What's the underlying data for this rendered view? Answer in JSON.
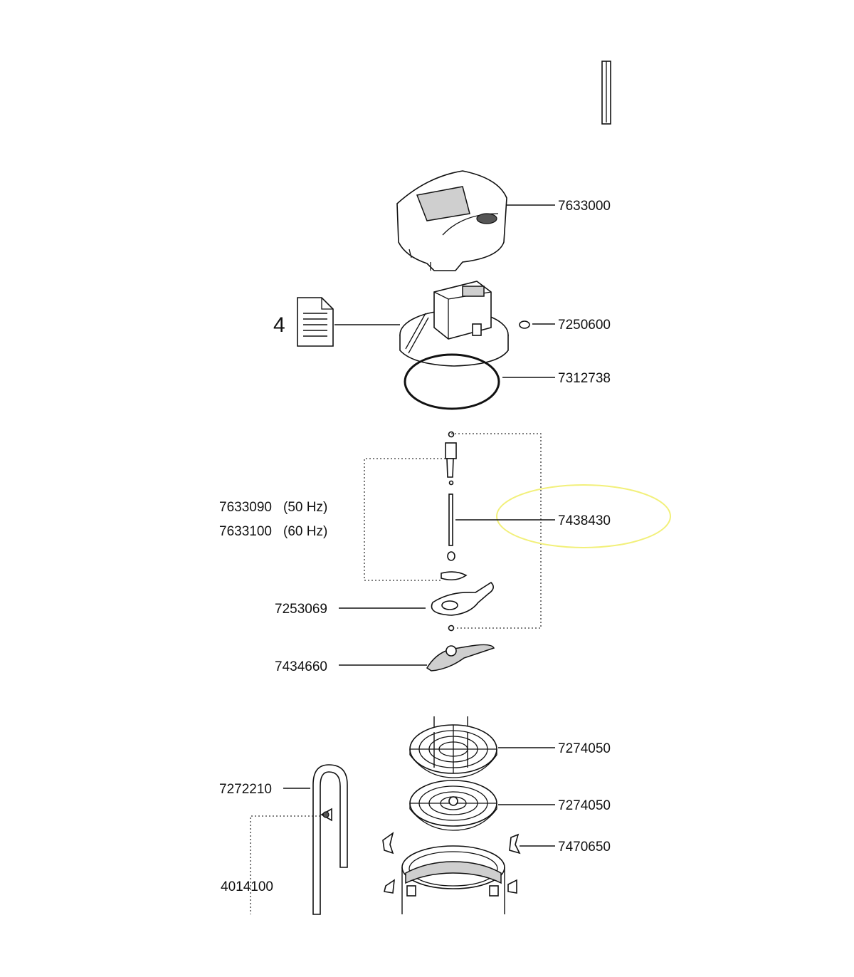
{
  "doc_icon_number": "4",
  "parts": {
    "cover": "7633000",
    "o_ring_small": "7250600",
    "seal_ring": "7312738",
    "impeller_50hz": "7633090",
    "hz50": "(50 Hz)",
    "impeller_60hz": "7633100",
    "hz60": "(60 Hz)",
    "shaft": "7438430",
    "impeller_cover": "7253069",
    "bayonet": "7434660",
    "grid_top": "7274050",
    "grid_bottom": "7274050",
    "clips": "7470650",
    "intake_pipe": "7272210",
    "suction_cup": "4014100"
  },
  "highlight": {
    "target": "shaft",
    "color": "#f2f07a"
  }
}
